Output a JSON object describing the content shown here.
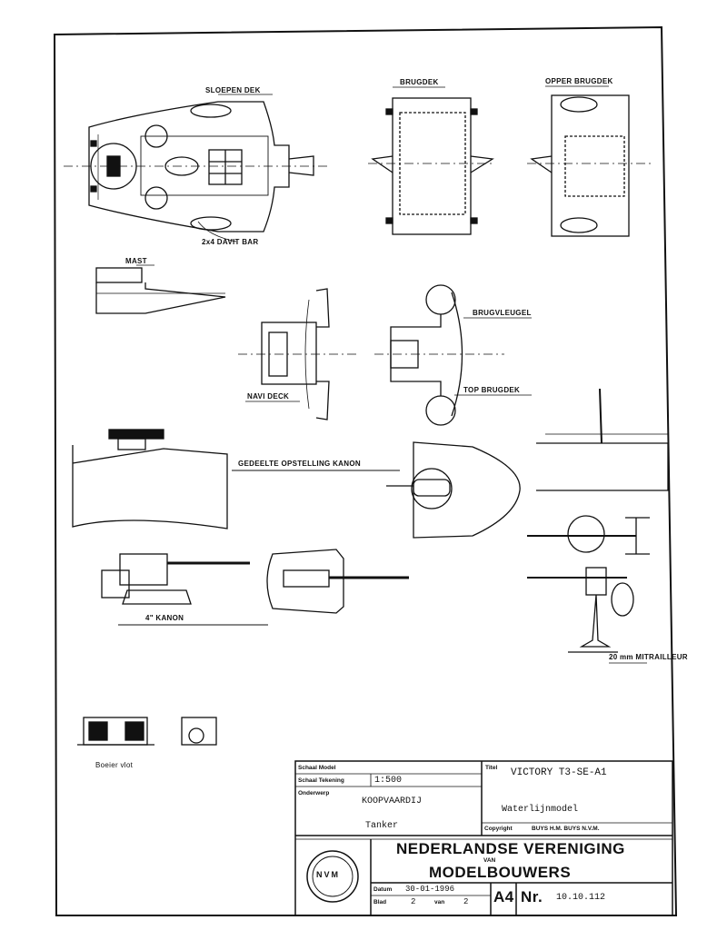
{
  "labels": {
    "sloepen_deck": "SLOEPEN DEK",
    "brugdek": "BRUGDEK",
    "opper_brugdek": "OPPER BRUGDEK",
    "sloep_davits": "2x4 DAVIT BAR",
    "mast": "MAST",
    "brugvleugel": "BRUGVLEUGEL",
    "top_brugdek": "TOP BRUGDEK",
    "navi_deck": "NAVI DECK",
    "gedeelte_opstelling": "GEDEELTE OPSTELLING KANON",
    "kanon_label": "4\" KANON",
    "mitrailleur_label": "20 mm MITRAILLEUR",
    "boeier_label": "Boeier vlot"
  },
  "title_block": {
    "schaal_model_label": "Schaal Model",
    "schaal_tekening_label": "Schaal Tekening",
    "schaal_tekening_value": "1:500",
    "onderwerp_label": "Onderwerp",
    "onderwerp_value": "KOOPVAARDIJ",
    "type_value": "Tanker",
    "titel_label": "Titel",
    "titel_value": "VICTORY T3-SE-A1",
    "subtitel_value": "Waterlijnmodel",
    "copyright_label": "Copyright",
    "copyright_value": "BUYS H.M. BUYS N.V.M.",
    "org_line1": "NEDERLANDSE VERENIGING",
    "org_van": "VAN",
    "org_line2": "MODELBOUWERS",
    "logo_letters": "NVM",
    "datum_label": "Datum",
    "datum_value": "30-01-1996",
    "blad_label": "Blad",
    "blad_value": "2",
    "van_label": "van",
    "van_value": "2",
    "format_value": "A4",
    "nr_label": "Nr.",
    "nr_value": "10.10.112"
  }
}
